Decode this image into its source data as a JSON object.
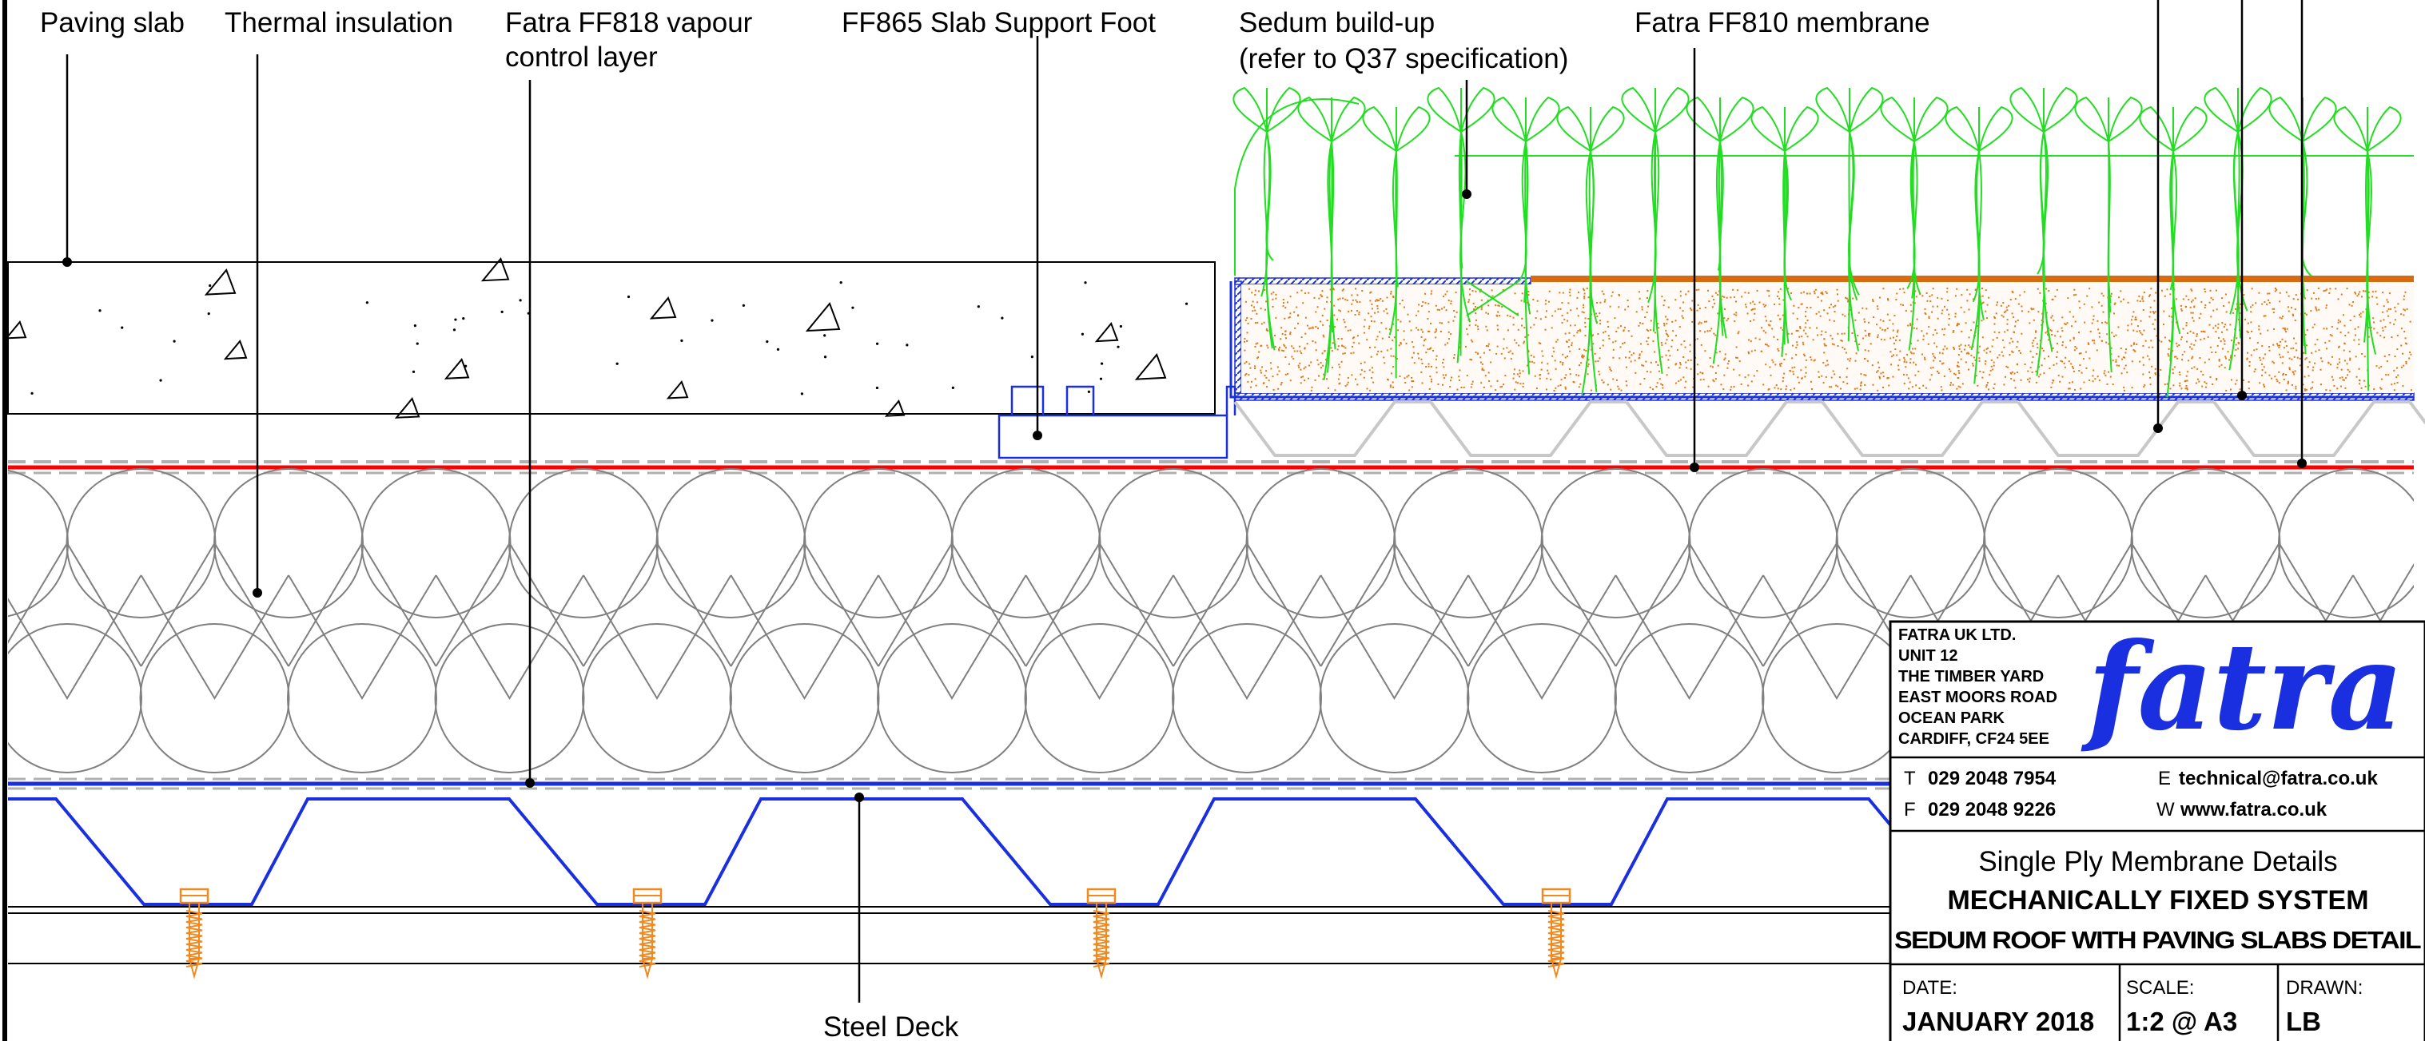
{
  "labels": {
    "paving_slab": "Paving slab",
    "thermal_insulation": "Thermal insulation",
    "vcl_line1": "Fatra FF818 vapour",
    "vcl_line2": "control layer",
    "slab_support": "FF865 Slab Support Foot",
    "sedum_line1": "Sedum build-up",
    "sedum_line2": "(refer to Q37 specification)",
    "membrane": "Fatra FF810 membrane",
    "steel_deck": "Steel Deck"
  },
  "title_block": {
    "company_lines": [
      "FATRA UK LTD.",
      "UNIT 12",
      "THE TIMBER YARD",
      "EAST MOORS ROAD",
      "OCEAN PARK",
      "CARDIFF, CF24 5EE"
    ],
    "logo_text": "fatra",
    "phone_key": "T",
    "phone": "029 2048 7954",
    "fax_key": "F",
    "fax": "029 2048 9226",
    "email_key": "E",
    "email": "technical@fatra.co.uk",
    "web_key": "W",
    "web": "www.fatra.co.uk",
    "series": "Single Ply Membrane Details",
    "system": "MECHANICALLY FIXED SYSTEM",
    "detail": "SEDUM ROOF WITH PAVING SLABS DETAIL",
    "date_label": "DATE:",
    "date": "JANUARY 2018",
    "scale_label": "SCALE:",
    "scale": "1:2 @ A3",
    "drawn_label": "DRAWN:",
    "drawn": "LB"
  },
  "colors": {
    "line": "#000000",
    "membrane_red": "#ff0000",
    "vcl_blue": "#1a2fe0",
    "sedum_green": "#22dd22",
    "substrate_orange": "#e07818",
    "fixing_orange": "#f08a20",
    "drainage_grey": "#c8c8c8",
    "insulation_grey": "#808080"
  }
}
